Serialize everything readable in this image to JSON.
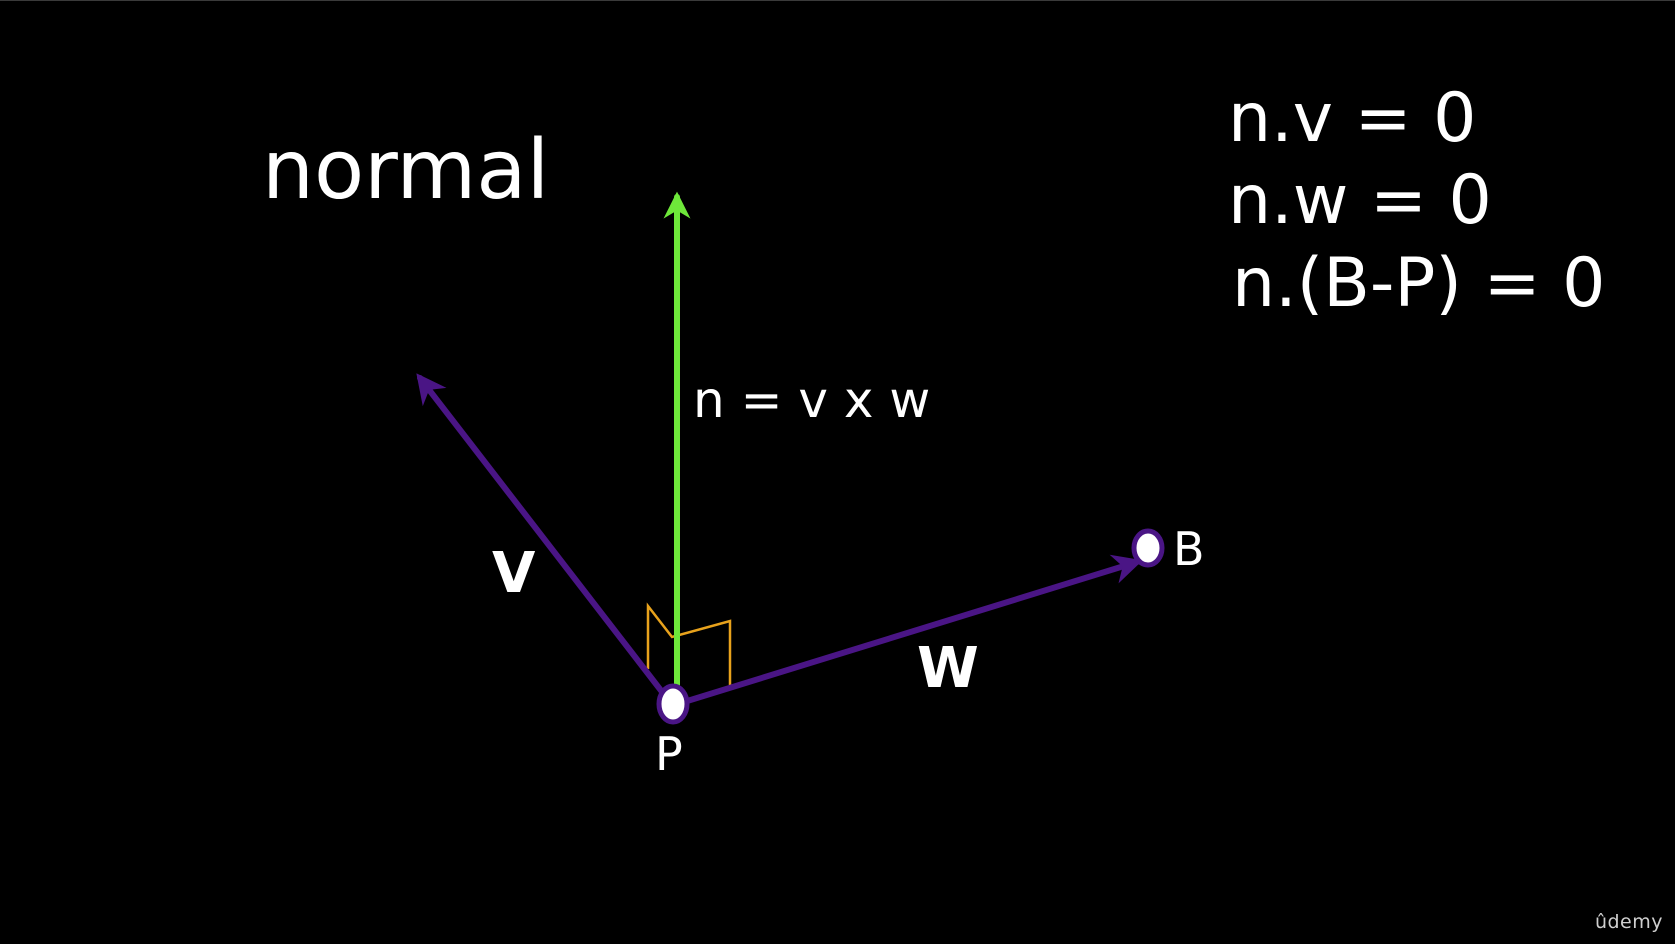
{
  "title": "normal",
  "equations": [
    "n.v = 0",
    "n.w = 0",
    "n.(B-P) = 0"
  ],
  "normal_label": "n = v x w",
  "vector_labels": {
    "v": "V",
    "w": "W"
  },
  "point_labels": {
    "p": "P",
    "b": "B"
  },
  "brand": "ûdemy",
  "colors": {
    "background": "#000000",
    "text": "#ffffff",
    "normal_vector": "#6ee83a",
    "plane_vectors": "#4a1585",
    "right_angle_marker": "#e8a21c",
    "point_fill": "#ffffff",
    "point_stroke": "#4a1585"
  }
}
